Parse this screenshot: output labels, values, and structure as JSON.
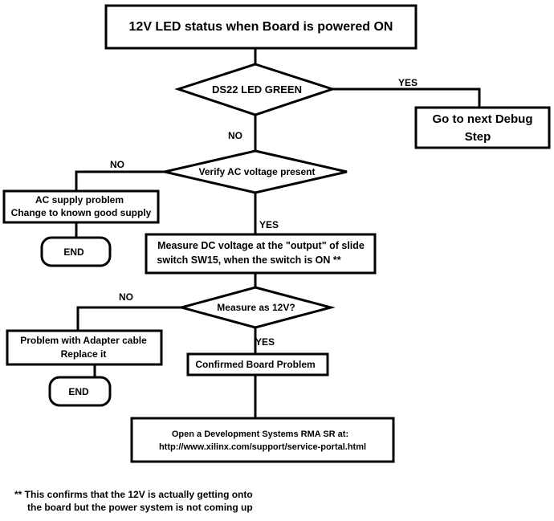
{
  "title": "12V LED status when Board is powered ON",
  "decisions": {
    "led_green": "DS22 LED GREEN",
    "ac_present": "Verify AC voltage present",
    "measure_12v": "Measure as 12V?"
  },
  "boxes": {
    "next_step_line1": "Go to next Debug",
    "next_step_line2": "Step",
    "ac_supply_line1": "AC supply problem",
    "ac_supply_line2": "Change to known good supply",
    "measure_dc_line1": "Measure DC voltage at the \"output\" of slide",
    "measure_dc_line2": "switch SW15, when the switch is ON **",
    "adapter_line1": "Problem with Adapter cable",
    "adapter_line2": "Replace it",
    "confirmed": "Confirmed Board Problem",
    "rma_line1": "Open a Development Systems RMA SR at:",
    "rma_line2": "http://www.xilinx.com/support/service-portal.html"
  },
  "terminals": {
    "end_1": "END",
    "end_2": "END"
  },
  "edge_labels": {
    "yes_1": "YES",
    "no_1": "NO",
    "no_2": "NO",
    "yes_2": "YES",
    "no_3": "NO",
    "yes_3": "YES"
  },
  "footnote": {
    "line1": "** This confirms that the 12V is actually getting onto",
    "line2": "the board but the power system is not coming up"
  }
}
